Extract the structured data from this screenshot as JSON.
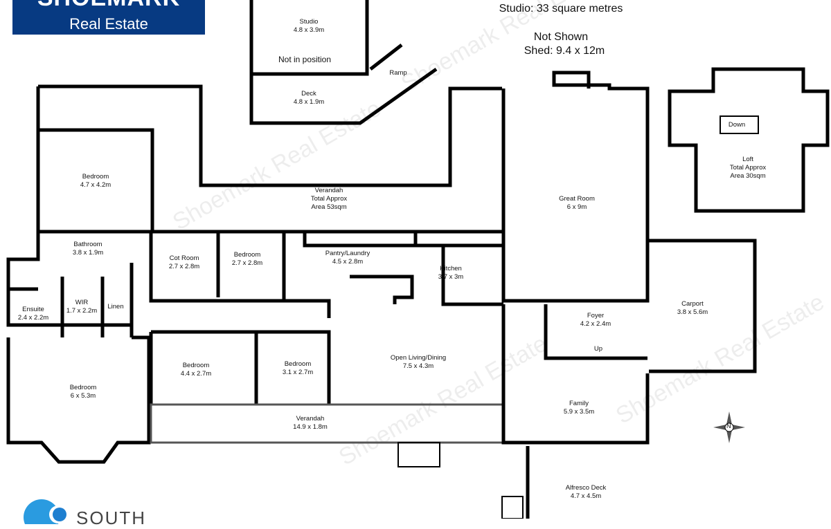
{
  "logo": {
    "brand": "SHOEMARK",
    "sub": "Real Estate"
  },
  "notes": {
    "studio_area": "Studio: 33 square metres",
    "not_shown": "Not Shown",
    "shed": "Shed: 9.4 x 12m",
    "not_in_position": "Not in position",
    "ramp": "Ramp"
  },
  "watermark": "Shoemark Real Estate",
  "rooms": [
    {
      "name": "Studio",
      "dims": "4.8 x 3.9m"
    },
    {
      "name": "Deck",
      "dims": "4.8 x 1.9m"
    },
    {
      "name": "Bedroom",
      "dims": "4.7 x 4.2m"
    },
    {
      "name": "Verandah",
      "dims": "Total Approx",
      "extra": "Area 53sqm"
    },
    {
      "name": "Great Room",
      "dims": "6 x 9m"
    },
    {
      "name": "Loft",
      "dims": "Total Approx",
      "extra": "Area 30sqm"
    },
    {
      "name": "Bathroom",
      "dims": "3.8 x 1.9m"
    },
    {
      "name": "Cot Room",
      "dims": "2.7 x 2.8m"
    },
    {
      "name": "Bedroom",
      "dims": "2.7 x 2.8m"
    },
    {
      "name": "Pantry/Laundry",
      "dims": "4.5 x 2.8m"
    },
    {
      "name": "Kitchen",
      "dims": "3.7 x 3m"
    },
    {
      "name": "Carport",
      "dims": "3.8 x 5.6m"
    },
    {
      "name": "Foyer",
      "dims": "4.2 x 2.4m"
    },
    {
      "name": "Ensuite",
      "dims": "2.4 x 2.2m"
    },
    {
      "name": "WIR",
      "dims": "1.7 x 2.2m"
    },
    {
      "name": "Linen",
      "dims": ""
    },
    {
      "name": "Bedroom",
      "dims": "4.4 x 2.7m"
    },
    {
      "name": "Bedroom",
      "dims": "3.1 x 2.7m"
    },
    {
      "name": "Open Living/Dining",
      "dims": "7.5 x 4.3m"
    },
    {
      "name": "Bedroom",
      "dims": "6 x 5.3m"
    },
    {
      "name": "Family",
      "dims": "5.9 x 3.5m"
    },
    {
      "name": "Verandah",
      "dims": "14.9 x 1.8m"
    },
    {
      "name": "Alfresco Deck",
      "dims": "4.7 x 4.5m"
    }
  ],
  "stairs": {
    "down": "Down",
    "up": "Up"
  },
  "compass": "N",
  "footer_logo": "SOUTH"
}
